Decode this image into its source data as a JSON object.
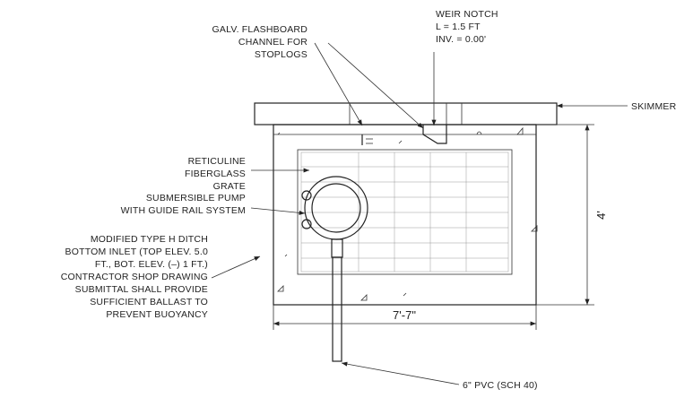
{
  "labels": {
    "flashboard": [
      "GALV. FLASHBOARD",
      "CHANNEL FOR",
      "STOPLOGS"
    ],
    "weir": [
      "WEIR NOTCH",
      "L = 1.5 FT",
      "INV. = 0.00'"
    ],
    "skimmer": "SKIMMER",
    "grate": [
      "RETICULINE",
      "FIBERGLASS",
      "GRATE"
    ],
    "pump": [
      "SUBMERSIBLE PUMP",
      "WITH GUIDE RAIL SYSTEM"
    ],
    "inlet": [
      "MODIFIED TYPE H DITCH",
      "BOTTOM INLET (TOP ELEV. 5.0",
      "FT., BOT. ELEV. (–) 1 FT.)",
      "CONTRACTOR SHOP DRAWING",
      "SUBMITTAL SHALL PROVIDE",
      "SUFFICIENT BALLAST TO",
      "PREVENT BUOYANCY"
    ],
    "pipe": "6\" PVC (SCH 40)"
  },
  "dimensions": {
    "width": "7'-7\"",
    "height": "4'"
  }
}
